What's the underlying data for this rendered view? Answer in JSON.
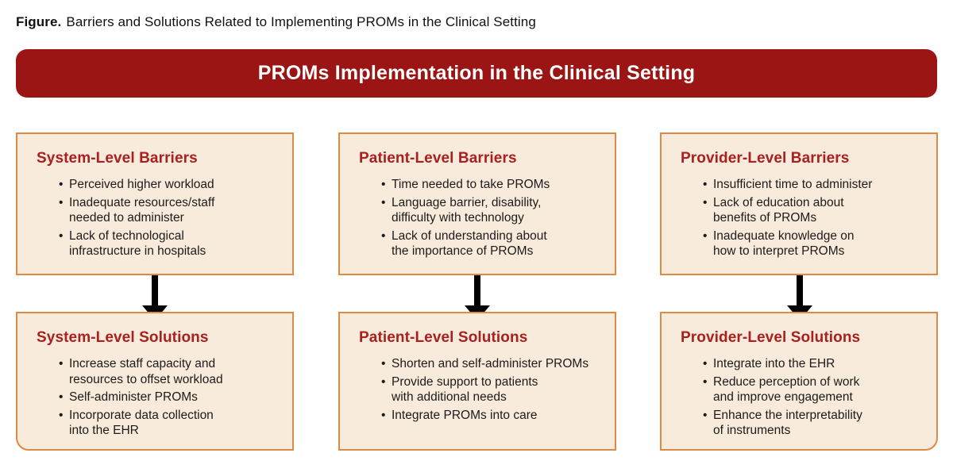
{
  "caption": {
    "prefix": "Figure.",
    "text": "Barriers and Solutions Related to Implementing PROMs in the Clinical Setting"
  },
  "banner": {
    "title": "PROMs Implementation in the Clinical Setting",
    "background": "#9C1515",
    "text_color": "#FFFFFF"
  },
  "colors": {
    "box_background": "#F9EBDB",
    "box_border": "#DD8A44",
    "heading_red": "#A8201F",
    "body_text": "#1B1B1B",
    "arrow": "#000000"
  },
  "columns": [
    {
      "barrier": {
        "title": "System-Level Barriers",
        "items": [
          "Perceived higher workload",
          "Inadequate resources/staff\nneeded to administer",
          "Lack of technological\ninfrastructure in hospitals"
        ]
      },
      "solution": {
        "title": "System-Level Solutions",
        "items": [
          "Increase staff capacity and\nresources to offset workload",
          "Self-administer PROMs",
          "Incorporate data collection\ninto the EHR"
        ]
      }
    },
    {
      "barrier": {
        "title": "Patient-Level Barriers",
        "items": [
          "Time needed to take PROMs",
          "Language barrier, disability,\ndifficulty with technology",
          "Lack of understanding about\nthe importance of PROMs"
        ]
      },
      "solution": {
        "title": "Patient-Level Solutions",
        "items": [
          "Shorten and self-administer PROMs",
          "Provide support to patients\nwith additional needs",
          "Integrate PROMs into care"
        ]
      }
    },
    {
      "barrier": {
        "title": "Provider-Level Barriers",
        "items": [
          "Insufficient time to administer",
          "Lack of education about\nbenefits of PROMs",
          "Inadequate knowledge on\nhow to interpret PROMs"
        ]
      },
      "solution": {
        "title": "Provider-Level Solutions",
        "items": [
          "Integrate into the EHR",
          "Reduce perception of work\nand improve engagement",
          "Enhance the interpretability\nof instruments"
        ]
      }
    }
  ]
}
